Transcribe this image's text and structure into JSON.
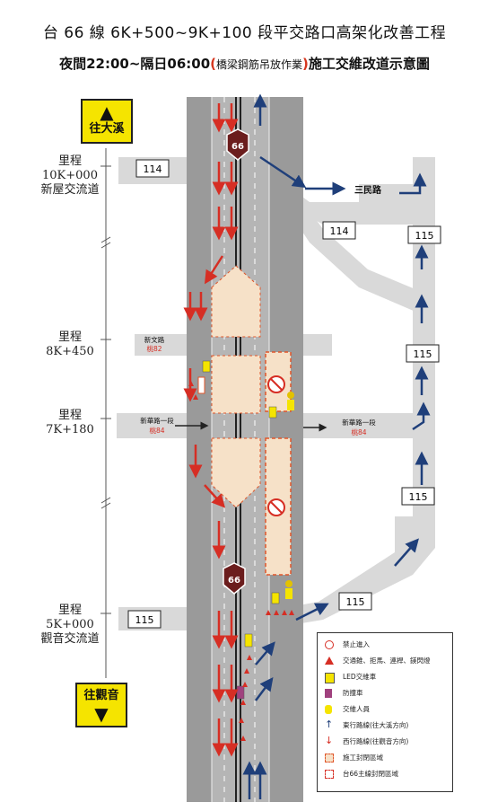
{
  "header": {
    "title": "台 66 線 6K+500~9K+100 段平交路口高架化改善工程",
    "subtitle_time": "夜間22:00~隔日06:00",
    "subtitle_open": "(",
    "subtitle_work": "橋梁鋼筋吊放作業",
    "subtitle_close": ")",
    "subtitle_tail": "施工交維改道示意圖"
  },
  "directions": {
    "north": "往大溪",
    "south": "往觀音"
  },
  "mileposts": [
    {
      "label": "里程",
      "value": "10K+000",
      "note": "新屋交流道"
    },
    {
      "label": "里程",
      "value": "8K+450",
      "note": ""
    },
    {
      "label": "里程",
      "value": "7K+180",
      "note": ""
    },
    {
      "label": "里程",
      "value": "5K+000",
      "note": "觀音交流道"
    }
  ],
  "route_shields": [
    "66",
    "66"
  ],
  "route_boxes": {
    "r114_left": "114",
    "r114_mid": "114",
    "r115_top": "115",
    "r115_mid": "115",
    "r115_low": "115",
    "r115_bottom": "115",
    "r115_left": "115"
  },
  "road_names": {
    "sanmin": "三民路",
    "xinwen": "新文路",
    "xinwen_code": "桃82",
    "xinhua_left": "新華路一段",
    "xinhua_left_code": "桃84",
    "xinhua_right": "新華路一段",
    "xinhua_right_code": "桃84"
  },
  "legend": [
    {
      "icon": "no-entry",
      "text": "禁止進入"
    },
    {
      "icon": "traffic-cone",
      "text": "交通錐、拒馬、連桿、鎂閃燈"
    },
    {
      "icon": "led-sign",
      "text": "LED交維車"
    },
    {
      "icon": "crash-truck",
      "text": "防撞車"
    },
    {
      "icon": "flagger",
      "text": "交維人員"
    },
    {
      "icon": "eastbound-arrow",
      "text": "東行路線(往大溪方向)"
    },
    {
      "icon": "westbound-arrow",
      "text": "西行路線(往觀音方向)"
    },
    {
      "icon": "work-zone",
      "text": "施工封閉區域"
    },
    {
      "icon": "closure-zone",
      "text": "台66主線封閉區域"
    }
  ],
  "colors": {
    "road": "#9a9a9a",
    "road_dark": "#6f6f6f",
    "side_road": "#d9d9d9",
    "westbound": "#d62e24",
    "eastbound": "#1f3f7a",
    "work_zone": "#f6e1c8",
    "closure_border": "#e0562a",
    "sign_yellow": "#f5e400"
  }
}
